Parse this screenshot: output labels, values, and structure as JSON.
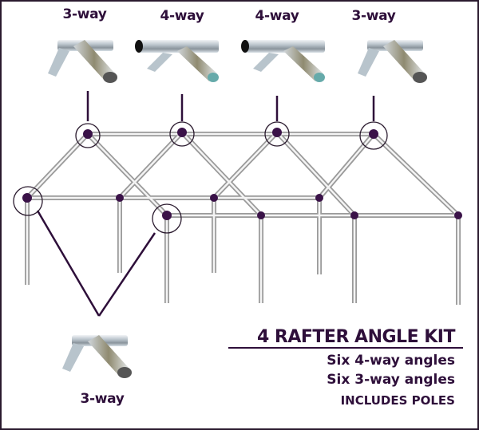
{
  "fittings_top": [
    {
      "label": "3-way",
      "type": "3-way"
    },
    {
      "label": "4-way",
      "type": "4-way"
    },
    {
      "label": "4-way",
      "type": "4-way"
    },
    {
      "label": "3-way",
      "type": "3-way"
    }
  ],
  "fitting_bottom": {
    "label": "3-way",
    "type": "3-way"
  },
  "kit": {
    "title": "4 RAFTER ANGLE KIT",
    "items": [
      "Six  4-way angles",
      "Six  3-way angles",
      "INCLUDES POLES"
    ]
  },
  "colors": {
    "accent": "#2e0f3a",
    "pipe": "#9a9a9a"
  }
}
